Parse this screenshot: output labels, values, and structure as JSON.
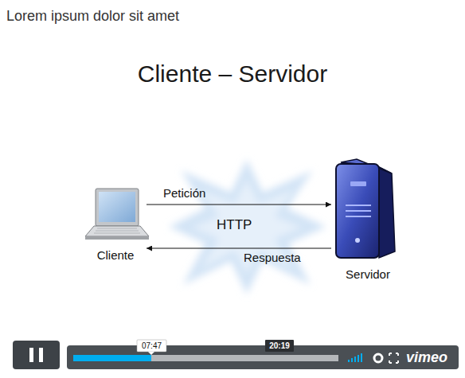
{
  "diagram": {
    "title": "Cliente – Servidor",
    "nodes": [
      {
        "text": [
          "Cliente"
        ]
      },
      {
        "text": [
          "Servidor"
        ]
      }
    ],
    "edges": [
      {
        "from": 0,
        "to": 1,
        "label": "Petición",
        "arrow": "to"
      },
      {
        "from": 1,
        "to": 0,
        "label": "Respuesta",
        "arrow": "to"
      }
    ],
    "labels": [
      "Lorem ipsum dolor sit amet",
      "HTTP",
      "07:47",
      "20:19",
      "vimeo"
    ]
  }
}
